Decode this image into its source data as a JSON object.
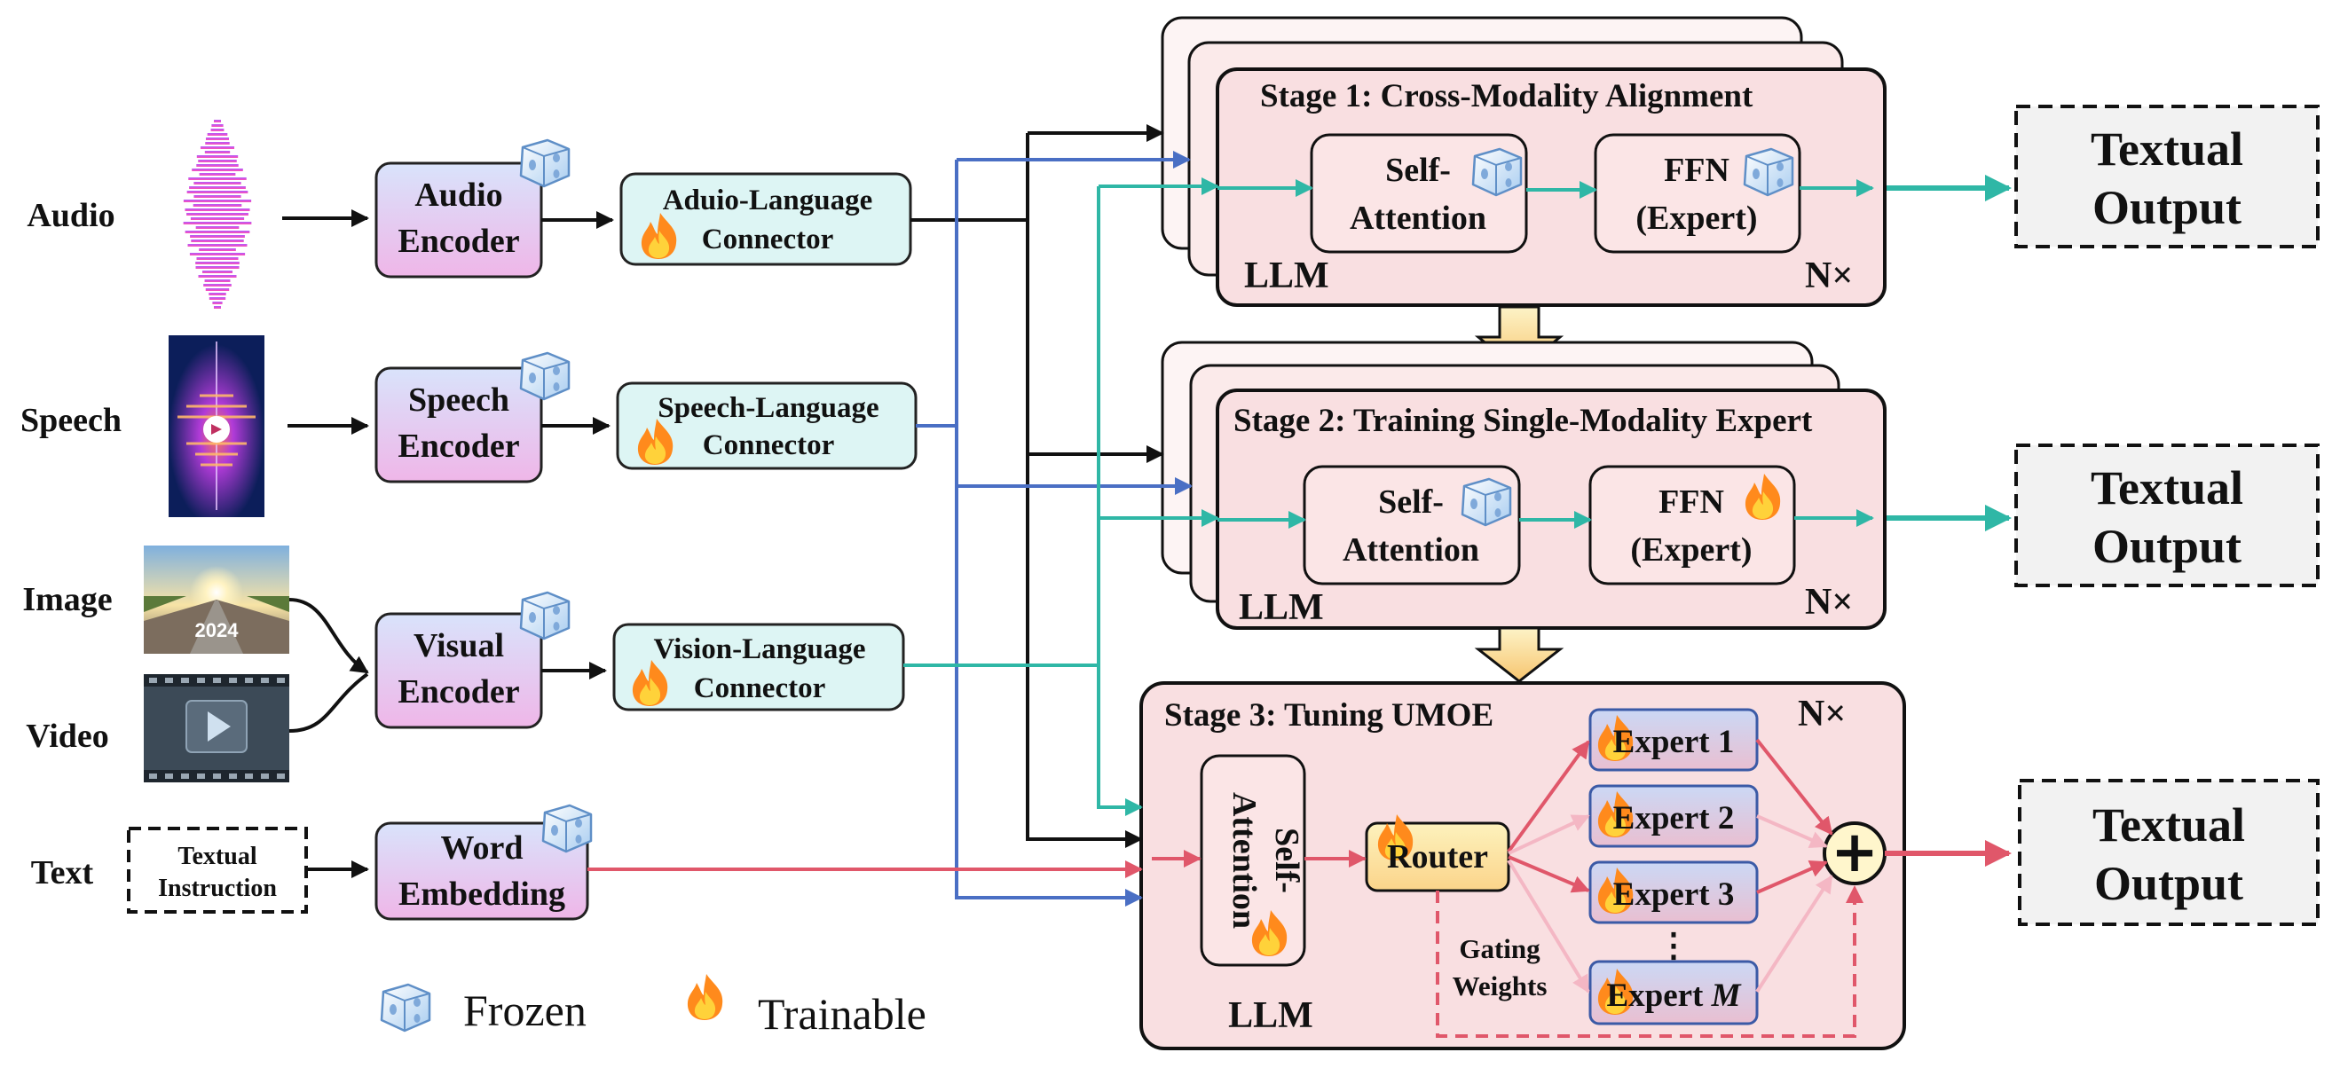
{
  "colors": {
    "stage_fill": "#f9dfe1",
    "stage_back_fill": "#fdf0f0",
    "encoder_top": "#d9e3fb",
    "encoder_bottom": "#efb6e8",
    "connector_fill": "#ddf5f4",
    "expert_top": "#cbd8f5",
    "expert_bottom": "#e9bfd1",
    "router_top": "#fdf2bd",
    "router_bottom": "#fbd48a",
    "teal": "#2fb7a6",
    "blue": "#4a6fc4",
    "red": "#e0576a",
    "pink": "#f4b7c4",
    "black": "#111111",
    "output_fill": "#f2f2f2"
  },
  "inputs": {
    "audio": "Audio",
    "speech": "Speech",
    "image": "Image",
    "video": "Video",
    "text": "Text",
    "image_thumb_text": "2024"
  },
  "text_instruction": {
    "line1": "Textual",
    "line2": "Instruction"
  },
  "encoders": {
    "audio": {
      "line1": "Audio",
      "line2": "Encoder"
    },
    "speech": {
      "line1": "Speech",
      "line2": "Encoder"
    },
    "visual": {
      "line1": "Visual",
      "line2": "Encoder"
    },
    "word": {
      "line1": "Word",
      "line2": "Embedding"
    }
  },
  "connectors": {
    "audio": {
      "line1": "Aduio-Language",
      "line2": "Connector"
    },
    "speech": {
      "line1": "Speech-Language",
      "line2": "Connector"
    },
    "vision": {
      "line1": "Vision-Language",
      "line2": "Connector"
    }
  },
  "stage1": {
    "title": "Stage 1: Cross-Modality Alignment",
    "attn_line1": "Self-",
    "attn_line2": "Attention",
    "ffn_line1": "FFN",
    "ffn_line2": "(Expert)",
    "llm": "LLM",
    "repeat": "N×"
  },
  "stage2": {
    "title": "Stage 2: Training Single-Modality Expert",
    "attn_line1": "Self-",
    "attn_line2": "Attention",
    "ffn_line1": "FFN",
    "ffn_line2": "(Expert)",
    "llm": "LLM",
    "repeat": "N×"
  },
  "stage3": {
    "title": "Stage 3: Tuning UMOE",
    "repeat": "N×",
    "attn_line1": "Self-",
    "attn_line2": "Attention",
    "router": "Router",
    "experts": [
      "Expert 1",
      "Expert 2",
      "Expert 3"
    ],
    "expert_m_prefix": "Expert ",
    "expert_m_var": "M",
    "dots": "⋮",
    "gating_line1": "Gating",
    "gating_line2": "Weights",
    "llm": "LLM",
    "sum_symbol": "+"
  },
  "outputs": [
    {
      "line1": "Textual",
      "line2": "Output"
    },
    {
      "line1": "Textual",
      "line2": "Output"
    },
    {
      "line1": "Textual",
      "line2": "Output"
    }
  ],
  "legend": {
    "frozen": "Frozen",
    "trainable": "Trainable"
  },
  "icons": {
    "frozen": "ice-cube-icon",
    "trainable": "flame-icon"
  }
}
